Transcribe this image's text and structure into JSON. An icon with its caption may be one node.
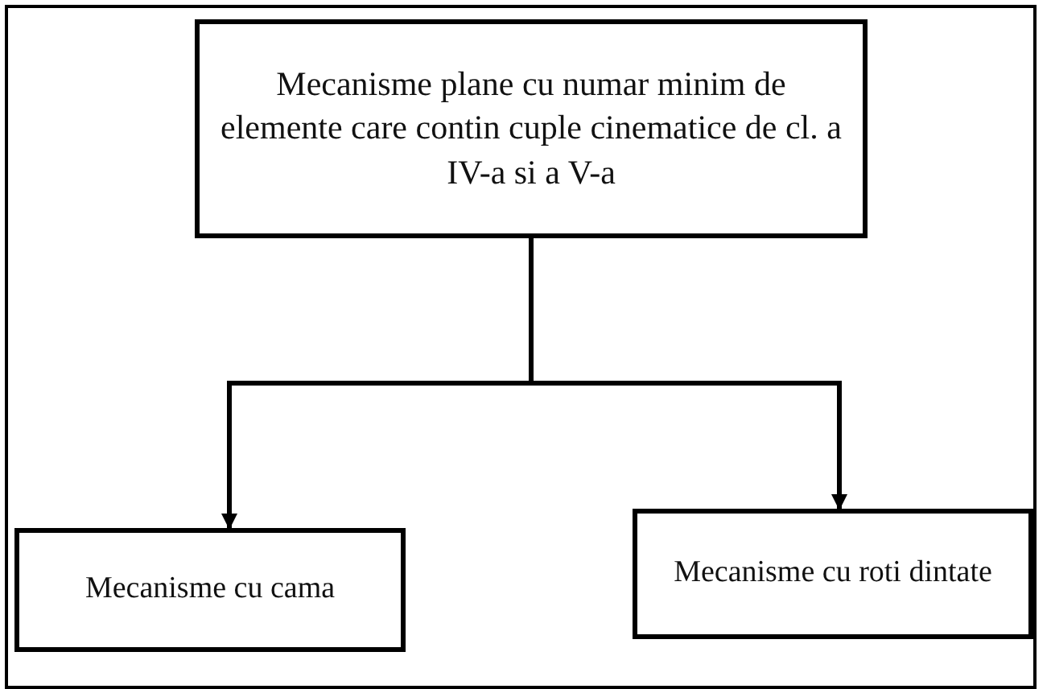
{
  "diagram": {
    "nodes": [
      {
        "text": [
          "Mecanisme plane cu numar minim de elemente care contin cuple cinematice de cl. a IV-a si a V-a"
        ]
      },
      {
        "text": [
          "Mecanisme cu cama"
        ]
      },
      {
        "text": [
          "Mecanisme cu roti dintate"
        ]
      }
    ],
    "edges": [
      {
        "from": 0,
        "to": 1,
        "arrow": "to"
      },
      {
        "from": 0,
        "to": 2,
        "arrow": "to"
      }
    ]
  }
}
